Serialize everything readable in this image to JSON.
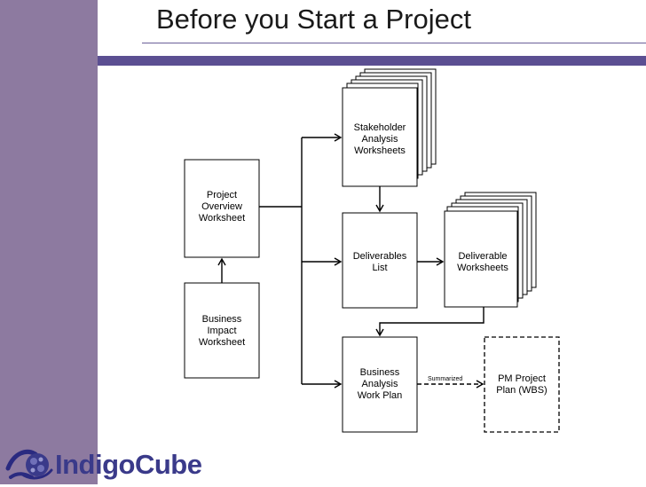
{
  "slide": {
    "title": "Before you Start a Project",
    "colors": {
      "left_band": "#8d7aa0",
      "top_bar": "#5b4f92",
      "title_rule": "#6b5f99",
      "logo_text": "#3a3a8a"
    }
  },
  "diagram": {
    "nodes": {
      "stakeholder": "Stakeholder Analysis Worksheets",
      "project_overview": "Project Overview Worksheet",
      "deliverables_list": "Deliverables List",
      "deliverable_worksheets": "Deliverable Worksheets",
      "business_impact": "Business Impact Worksheet",
      "business_analysis": "Business Analysis Work Plan",
      "pm_project_plan": "PM Project Plan (WBS)"
    },
    "edges": {
      "summarized_label": "Summarized"
    }
  },
  "logo": {
    "text": "IndigoCube",
    "icon": "indigocube-logo-icon"
  }
}
